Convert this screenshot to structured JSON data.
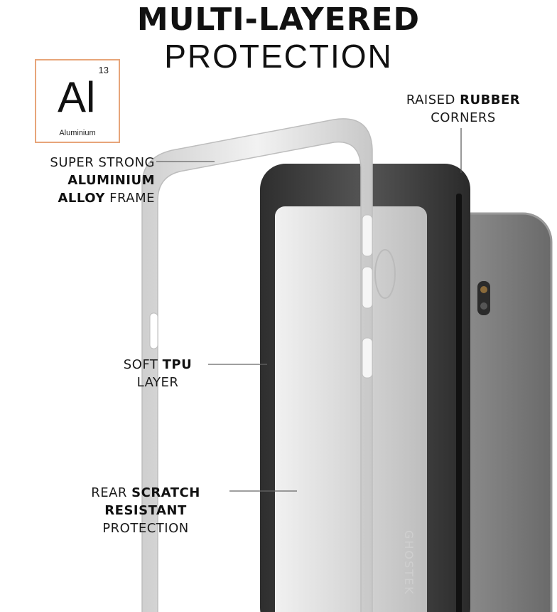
{
  "title": {
    "line1": "MULTI-LAYERED",
    "line2": "PROTECTION"
  },
  "element": {
    "number": "13",
    "symbol": "Al",
    "name": "Aluminium"
  },
  "callouts": {
    "aluminium": {
      "line1": "SUPER STRONG",
      "line2": "ALUMINIUM",
      "line3_bold": "ALLOY",
      "line3_rest": " FRAME"
    },
    "rubber": {
      "line1_plain": "RAISED ",
      "line1_bold": "RUBBER",
      "line2": "CORNERS"
    },
    "tpu": {
      "line1_plain": "SOFT ",
      "line1_bold": "TPU",
      "line2": "LAYER"
    },
    "scratch": {
      "line1_plain": "REAR ",
      "line1_bold": "SCRATCH",
      "line2": "RESISTANT",
      "line3": "PROTECTION"
    }
  },
  "brand": {
    "text": "GHOSTEK"
  },
  "colors": {
    "accent_box": "#e7a57a",
    "frame_silver": "#e2e2e2",
    "tpu_dark": "#3a3a3a",
    "phone_gray": "#777777"
  },
  "icons": [
    "aluminium-frame-illustration",
    "tpu-layer-illustration",
    "phone-back-illustration"
  ]
}
